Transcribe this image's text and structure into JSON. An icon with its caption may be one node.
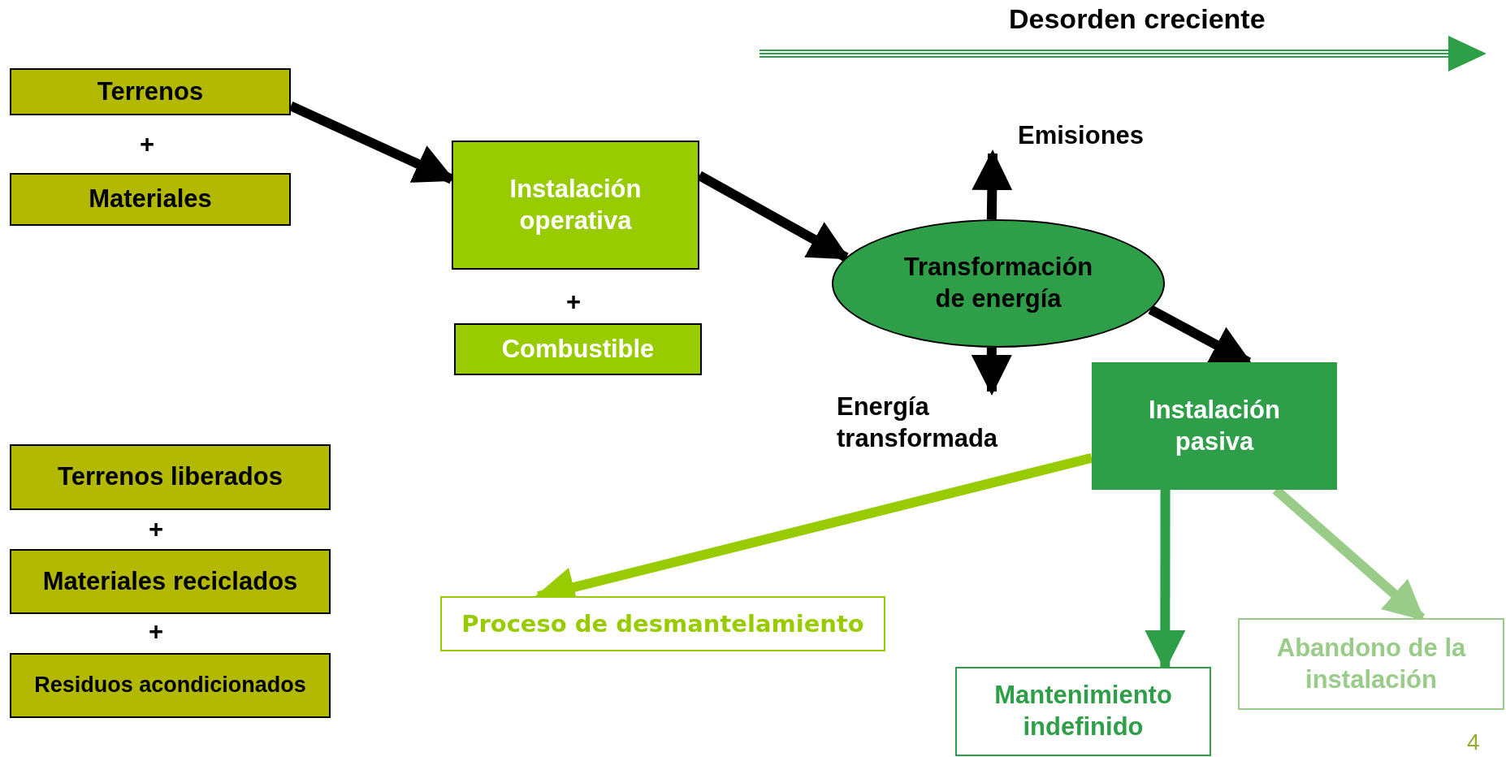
{
  "diagram": {
    "nodes": [
      {
        "text": [
          "Terrenos"
        ]
      },
      {
        "text": [
          "Materiales"
        ]
      },
      {
        "text": [
          "Instalación operativa"
        ]
      },
      {
        "text": [
          "Combustible"
        ]
      },
      {
        "text": [
          "Transformación de energía"
        ]
      },
      {
        "text": [
          "Emisiones"
        ]
      },
      {
        "text": [
          "Energía transformada"
        ]
      },
      {
        "text": [
          "Instalación pasiva"
        ]
      },
      {
        "text": [
          "Proceso de desmantelamiento"
        ]
      },
      {
        "text": [
          "Mantenimiento indefinido"
        ]
      },
      {
        "text": [
          "Abandono de la instalación"
        ]
      },
      {
        "text": [
          "Terrenos liberados"
        ]
      },
      {
        "text": [
          "Materiales reciclados"
        ]
      },
      {
        "text": [
          "Residuos acondicionados"
        ]
      }
    ],
    "edges": [
      {
        "from": 0,
        "to": 2,
        "arrow": "to"
      },
      {
        "from": 2,
        "to": 4,
        "arrow": "to"
      },
      {
        "from": 4,
        "to": 5,
        "arrow": "to"
      },
      {
        "from": 4,
        "to": 6,
        "arrow": "to"
      },
      {
        "from": 4,
        "to": 7,
        "arrow": "to"
      },
      {
        "from": 7,
        "to": 8,
        "arrow": "to",
        "color": "#99cc00"
      },
      {
        "from": 7,
        "to": 9,
        "arrow": "to",
        "color": "#2e9e48"
      },
      {
        "from": 7,
        "to": 10,
        "arrow": "to",
        "color": "#99cc88"
      }
    ],
    "labels": [
      "Desorden creciente",
      "+",
      "+",
      "+",
      "+",
      "4"
    ]
  }
}
